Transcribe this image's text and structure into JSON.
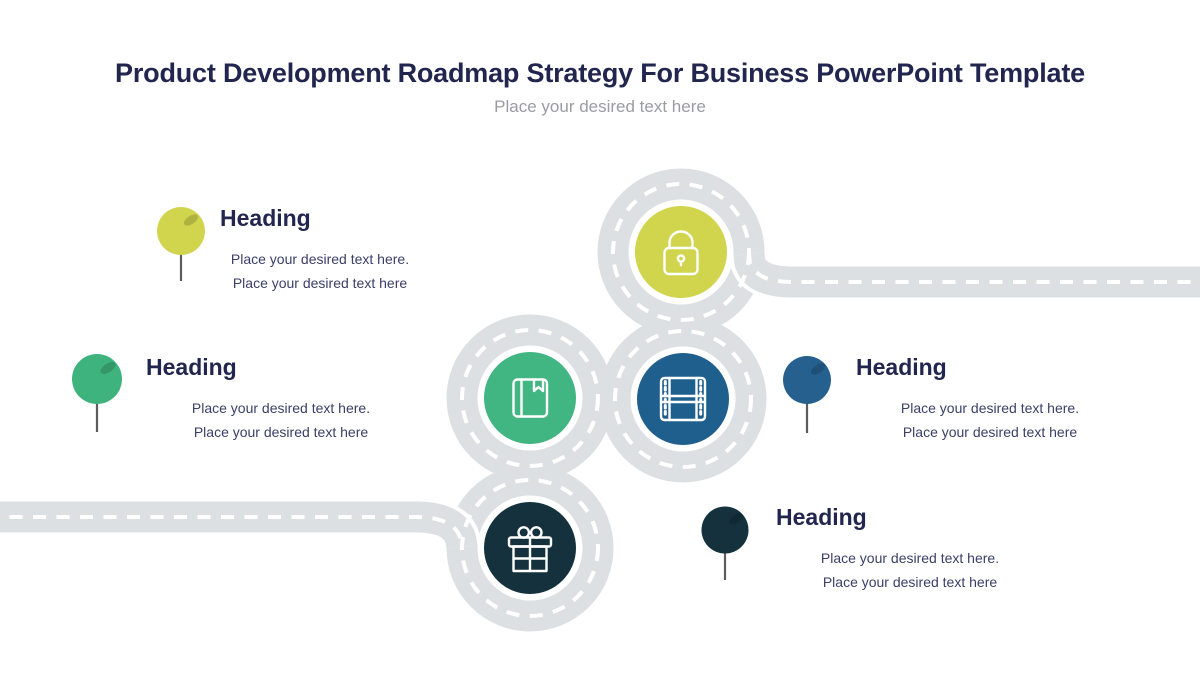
{
  "slide": {
    "title": "Product Development Roadmap Strategy For Business PowerPoint Template",
    "subtitle": "Place your desired text here"
  },
  "blocks": [
    {
      "heading": "Heading",
      "line1": "Place your desired text here.",
      "line2": "Place your desired text here"
    },
    {
      "heading": "Heading",
      "line1": "Place your desired text here.",
      "line2": "Place your desired text here"
    },
    {
      "heading": "Heading",
      "line1": "Place your desired text here.",
      "line2": "Place your desired text here"
    },
    {
      "heading": "Heading",
      "line1": "Place your desired text here.",
      "line2": "Place your desired text here"
    }
  ],
  "milestones": [
    {
      "icon": "lock-icon",
      "color": "#d1d54e"
    },
    {
      "icon": "book-icon",
      "color": "#41b682"
    },
    {
      "icon": "film-icon",
      "color": "#1f5f8d"
    },
    {
      "icon": "gift-icon",
      "color": "#15313e"
    }
  ],
  "pins": [
    {
      "color": "#d1d54e"
    },
    {
      "color": "#3eb37e"
    },
    {
      "color": "#26608f"
    },
    {
      "color": "#15313e"
    }
  ],
  "colors": {
    "road": "#dde0e3",
    "dash": "#ffffff",
    "title_text": "#22264f",
    "body_text": "#3a3f68",
    "subtitle_text": "#9b9ca3"
  }
}
